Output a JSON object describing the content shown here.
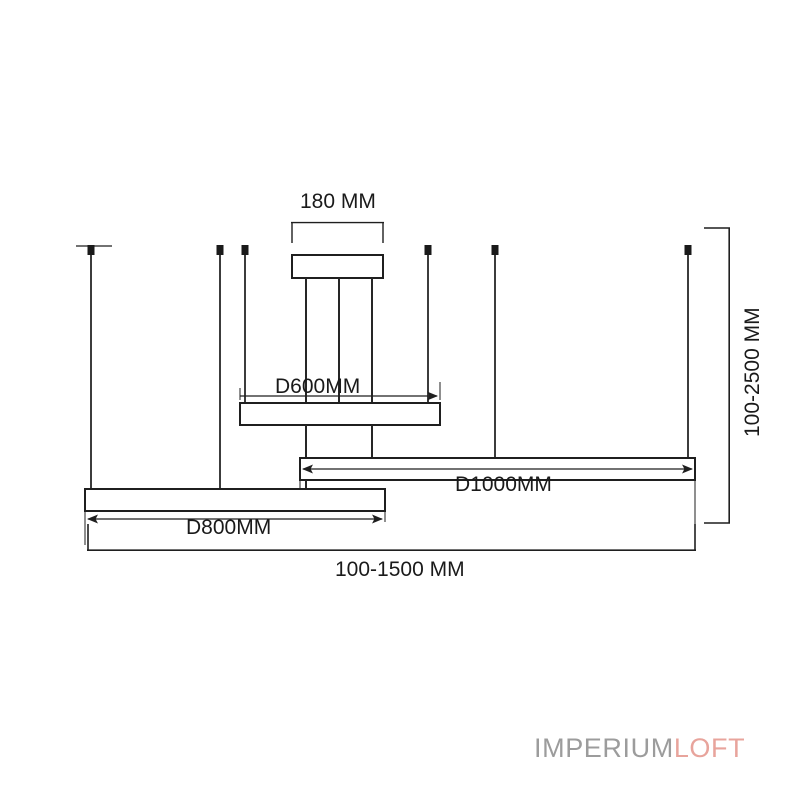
{
  "drawing": {
    "title": "LED pendant light dimension drawing",
    "line_color": "#1f1f1f",
    "text_color": "#1a1a1a",
    "dimensions": {
      "canopy_width": "180 MM",
      "ring_small": "D600MM",
      "ring_large": "D1000MM",
      "ring_medium": "D800MM",
      "suspension_height": "100-2500 MM",
      "overall_spread": "100-1500 MM"
    },
    "parts": {
      "canopy": "ceiling-canopy",
      "bar_small": "light-bar-600",
      "bar_large": "light-bar-1000",
      "bar_medium": "light-bar-800",
      "cables": "suspension-cables",
      "rods": "support-rods"
    }
  },
  "branding": {
    "name_primary": "IMPERIUM",
    "name_secondary": "LOFT",
    "color_primary": "#9c9c9c",
    "color_secondary": "#e8a49c"
  }
}
